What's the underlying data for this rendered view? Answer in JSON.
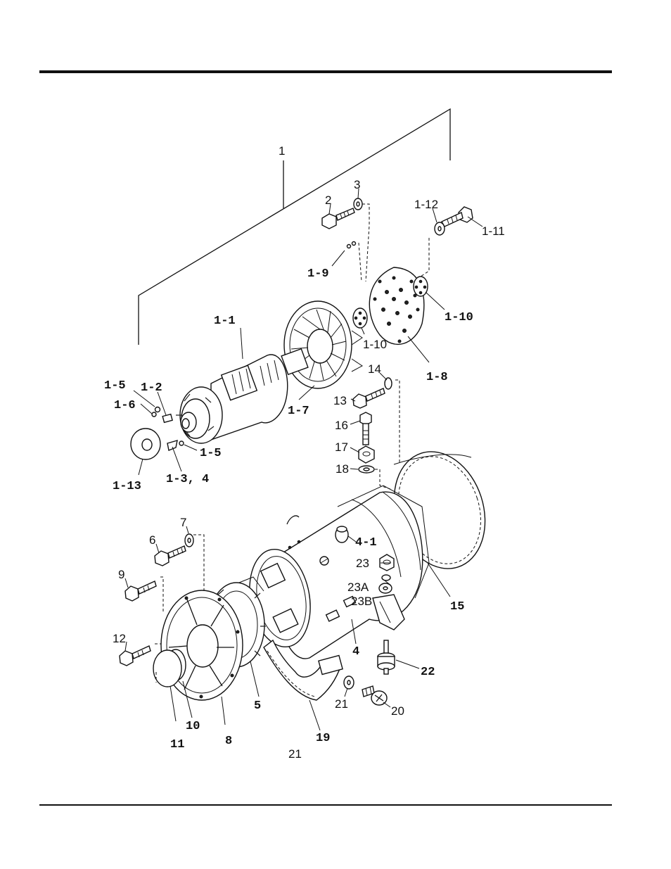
{
  "callouts": {
    "c1": "1",
    "c2": "2",
    "c3": "3",
    "c1_12": "1-12",
    "c1_11": "1-11",
    "c1_9": "1-9",
    "c1_10a": "1-10",
    "c1_10b": "1-10",
    "c1_1": "1-1",
    "c1_8": "1-8",
    "c1_7": "1-7",
    "c1_5a": "1-5",
    "c1_2": "1-2",
    "c1_6": "1-6",
    "c1_5b": "1-5",
    "c1_13": "1-13",
    "c1_34": "1-3, 4",
    "c14": "14",
    "c13": "13",
    "c16": "16",
    "c17": "17",
    "c18": "18",
    "c4_1": "4-1",
    "c7": "7",
    "c6": "6",
    "c9": "9",
    "c23": "23",
    "c23a": "23A",
    "c23b": "23B",
    "c15": "15",
    "c4": "4",
    "c22": "22",
    "c12": "12",
    "c21a": "21",
    "c20": "20",
    "c5": "5",
    "c10": "10",
    "c11": "11",
    "c8": "8",
    "c19": "19",
    "c21b": "21"
  }
}
